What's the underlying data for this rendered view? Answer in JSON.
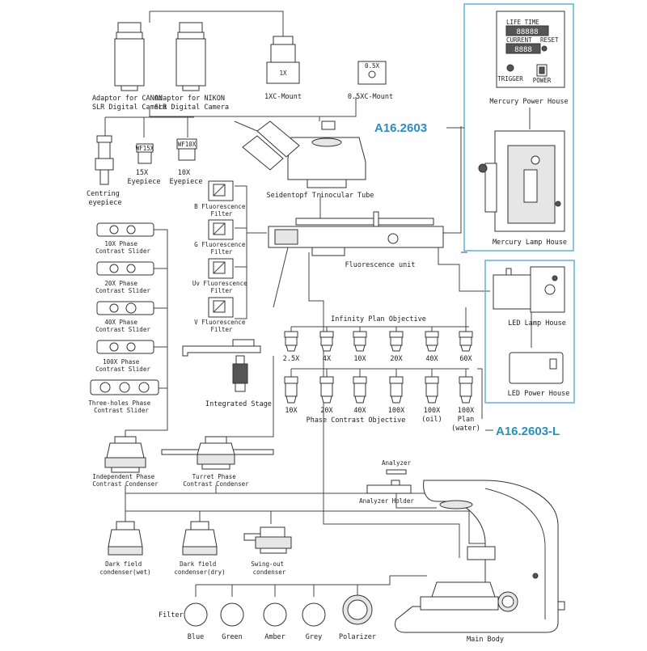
{
  "labels": {
    "adaptor_canon": [
      "Adaptor for CANON",
      "SLR Digital Camera"
    ],
    "adaptor_nikon": [
      "Adaptor for NIKON",
      "SLR Digital Camera"
    ],
    "mount_1x": "1XC-Mount",
    "mount_05x": "0.5XC-Mount",
    "mercury_power": "Mercury Power House",
    "mercury_lamp": "Mercury Lamp House",
    "led_lamp": "LED Lamp House",
    "led_power": "LED Power House",
    "code_mercury": "A16.2603",
    "code_led": "A16.2603-L",
    "centring": [
      "Centring",
      "eyepiece"
    ],
    "eyepiece_15": [
      "15X",
      "Eyepiece"
    ],
    "eyepiece_10": [
      "10X",
      "Eyepiece"
    ],
    "trinocular": "Seidentopf Trinocular Tube",
    "filter_b": [
      "B Fluorescence",
      "Filter"
    ],
    "filter_g": [
      "G Fluorescence",
      "Filter"
    ],
    "filter_uv": [
      "Uv Fluorescence",
      "Filter"
    ],
    "filter_v": [
      "V Fluorescence",
      "Filter"
    ],
    "fluorescence_unit": "Fluorescence unit",
    "slider_10": [
      "10X Phase",
      "Contrast Slider"
    ],
    "slider_20": [
      "20X Phase",
      "Contrast Slider"
    ],
    "slider_40": [
      "40X Phase",
      "Contrast Slider"
    ],
    "slider_100": [
      "100X Phase",
      "Contrast Slider"
    ],
    "slider_three": [
      "Three-holes Phase",
      "Contrast Slider"
    ],
    "infinity_title": "Infinity Plan Objective",
    "infinity_objectives": [
      "2.5X",
      "4X",
      "10X",
      "20X",
      "40X",
      "60X"
    ],
    "phase_objectives": [
      [
        "10X"
      ],
      [
        "20X"
      ],
      [
        "40X"
      ],
      [
        "100X"
      ],
      [
        "100X",
        "(oil)"
      ],
      [
        "100X",
        "Plan",
        "(water)"
      ]
    ],
    "phase_title": "Phase Contrast Objective",
    "integrated_stage": "Integrated Stage",
    "independent_condenser": [
      "Independent Phase",
      "Contrast Condenser"
    ],
    "turret_condenser": [
      "Turret Phase",
      "Contrast Condenser"
    ],
    "analyzer": "Analyzer",
    "analyzer_holder": "Analyzer Holder",
    "darkfield_wet": [
      "Dark field",
      "condenser(wet)"
    ],
    "darkfield_dry": [
      "Dark field",
      "condenser(dry)"
    ],
    "swingout": [
      "Swing-out",
      "condenser"
    ],
    "filter_heading": "Filter",
    "filter_colors": [
      "Blue",
      "Green",
      "Amber",
      "Grey"
    ],
    "polarizer": "Polarizer",
    "main_body": "Main Body",
    "power_panel": [
      "LIFE TIME",
      "CURRENT",
      "RESET",
      "TRIGGER",
      "POWER"
    ],
    "lcd_digits": [
      "88888",
      "8888"
    ],
    "mount_marks": [
      "1X",
      "0.5X"
    ],
    "eyepiece_marks": [
      "WF15X",
      "WF10X"
    ]
  },
  "colors": {
    "accent": "#2a8fbf",
    "frame": "#69b7d6"
  }
}
